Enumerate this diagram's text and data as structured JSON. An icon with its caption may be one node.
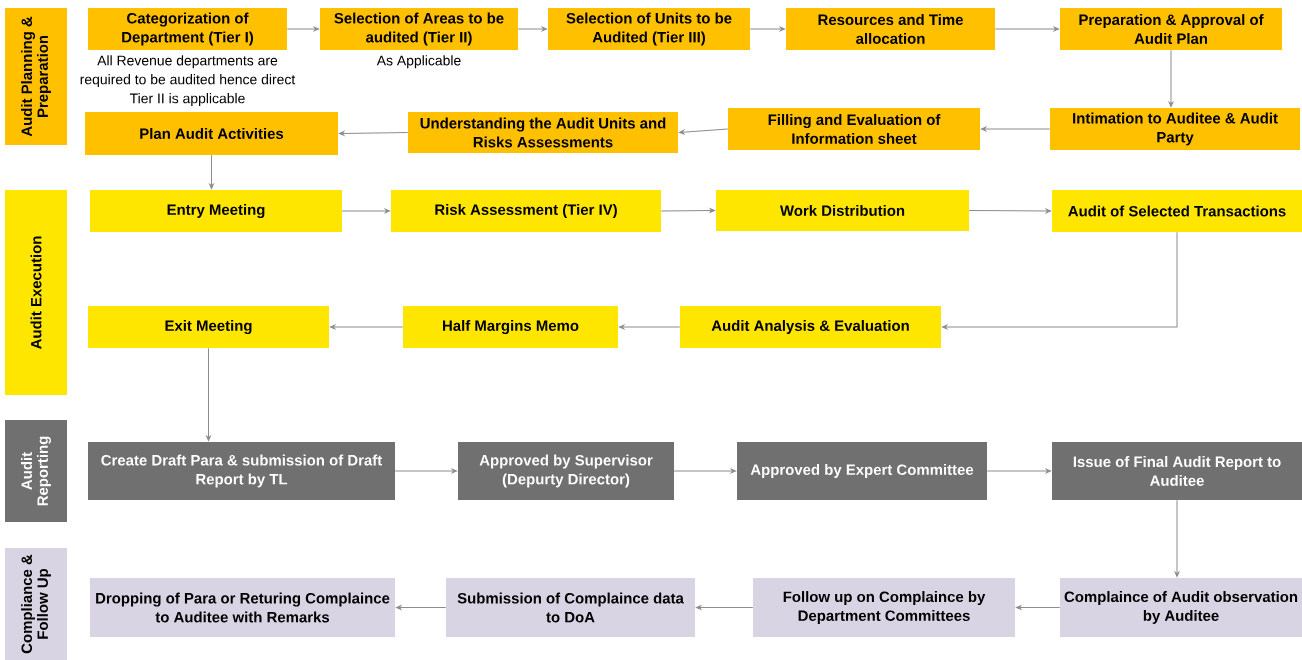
{
  "diagram": {
    "nodes": [
      {
        "text": [
          "Audit Planning & Preparation"
        ]
      },
      {
        "text": [
          "Categorization of Department (Tier I)"
        ],
        "beside": [
          "All Revenue departments are required to be audited hence direct Tier II is applicable"
        ]
      },
      {
        "text": [
          "Selection of Areas to be audited (Tier II)"
        ],
        "beside": [
          "As Applicable"
        ]
      },
      {
        "text": [
          "Selection of Units to be Audited (Tier III)"
        ]
      },
      {
        "text": [
          "Resources and Time allocation"
        ]
      },
      {
        "text": [
          "Preparation & Approval of Audit Plan"
        ]
      },
      {
        "text": [
          "Intimation to Auditee & Audit Party"
        ]
      },
      {
        "text": [
          "Filling and Evaluation of Information sheet"
        ]
      },
      {
        "text": [
          "Understanding the Audit Units and Risks Assessments"
        ]
      },
      {
        "text": [
          "Plan Audit Activities"
        ]
      },
      {
        "text": [
          "Audit Execution"
        ]
      },
      {
        "text": [
          "Entry Meeting"
        ]
      },
      {
        "text": [
          "Risk Assessment (Tier IV)"
        ]
      },
      {
        "text": [
          "Work Distribution"
        ]
      },
      {
        "text": [
          "Audit of Selected Transactions"
        ]
      },
      {
        "text": [
          "Exit Meeting"
        ]
      },
      {
        "text": [
          "Half Margins Memo"
        ]
      },
      {
        "text": [
          "Audit Analysis & Evaluation"
        ]
      },
      {
        "text": [
          "Audit Reporting"
        ]
      },
      {
        "text": [
          "Create Draft Para & submission of Draft Report by TL"
        ]
      },
      {
        "text": [
          "Approved by Supervisor (Depurty Director)"
        ]
      },
      {
        "text": [
          "Approved by Expert Committee"
        ]
      },
      {
        "text": [
          "Issue of Final Audit Report to Auditee"
        ]
      },
      {
        "text": [
          "Compliance & Follow Up"
        ]
      },
      {
        "text": [
          "Complaince of Audit observation by Auditee"
        ]
      },
      {
        "text": [
          "Follow up on Complaince by Department Committees"
        ]
      },
      {
        "text": [
          "Submission of Complaince data to DoA"
        ]
      },
      {
        "text": [
          "Dropping of Para or Returing Complaince to Auditee with Remarks"
        ]
      }
    ],
    "edges": [
      {
        "from": 1,
        "to": 2,
        "arrow": "to"
      },
      {
        "from": 2,
        "to": 3,
        "arrow": "to"
      },
      {
        "from": 3,
        "to": 4,
        "arrow": "to"
      },
      {
        "from": 4,
        "to": 5,
        "arrow": "to"
      },
      {
        "from": 5,
        "to": 6,
        "arrow": "to"
      },
      {
        "from": 6,
        "to": 7,
        "arrow": "to"
      },
      {
        "from": 7,
        "to": 8,
        "arrow": "to"
      },
      {
        "from": 8,
        "to": 9,
        "arrow": "to"
      },
      {
        "from": 9,
        "to": 11,
        "arrow": "to"
      },
      {
        "from": 11,
        "to": 12,
        "arrow": "to"
      },
      {
        "from": 12,
        "to": 13,
        "arrow": "to"
      },
      {
        "from": 13,
        "to": 14,
        "arrow": "to"
      },
      {
        "from": 14,
        "to": 17,
        "arrow": "to"
      },
      {
        "from": 17,
        "to": 16,
        "arrow": "to"
      },
      {
        "from": 16,
        "to": 15,
        "arrow": "to"
      },
      {
        "from": 15,
        "to": 19,
        "arrow": "to"
      },
      {
        "from": 19,
        "to": 20,
        "arrow": "to"
      },
      {
        "from": 20,
        "to": 21,
        "arrow": "to"
      },
      {
        "from": 21,
        "to": 22,
        "arrow": "to"
      },
      {
        "from": 22,
        "to": 24,
        "arrow": "to"
      },
      {
        "from": 24,
        "to": 25,
        "arrow": "to"
      },
      {
        "from": 25,
        "to": 26,
        "arrow": "to"
      },
      {
        "from": 26,
        "to": 27,
        "arrow": "to"
      }
    ]
  }
}
